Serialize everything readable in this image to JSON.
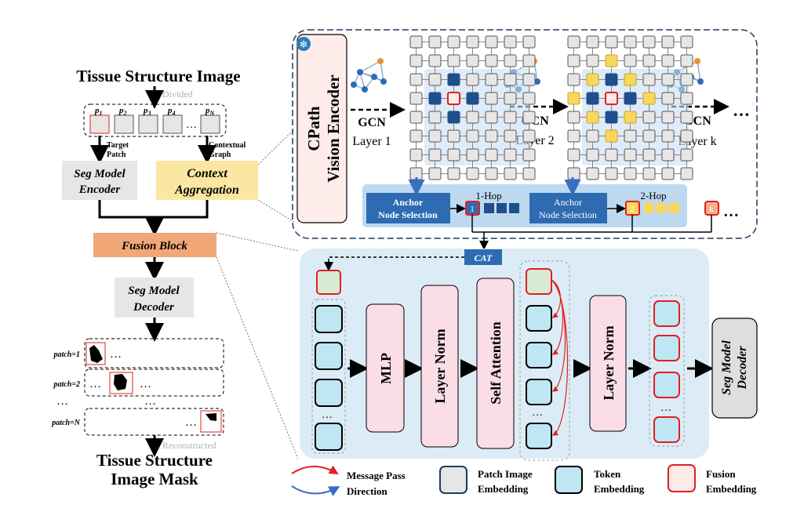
{
  "left": {
    "title": "Tissue Structure Image",
    "divided": "Divided",
    "patches": [
      "p",
      "p",
      "p",
      "p",
      "p"
    ],
    "patch_subs": [
      "1",
      "2",
      "3",
      "4",
      "N"
    ],
    "ellipsis": "…",
    "target_patch": [
      "Target",
      "Patch"
    ],
    "contextual_graph": [
      "Contextual",
      "Graph"
    ],
    "seg_encoder": [
      "Seg Model",
      "Encoder"
    ],
    "context_agg": [
      "Context",
      "Aggregation"
    ],
    "fusion_block": "Fusion Block",
    "seg_decoder": [
      "Seg Model",
      "Decoder"
    ],
    "patch_rows": [
      "patch=1",
      "patch=2",
      "patch=N"
    ],
    "reconstructed": "Reconstructed",
    "mask_title": [
      "Tissue Structure",
      "Image Mask"
    ]
  },
  "top": {
    "encoder": [
      "CPath",
      "Vision Encoder"
    ],
    "gcn": "GCN",
    "layers": [
      "Layer 1",
      "Layer 2",
      "Layer k"
    ],
    "anchor": [
      "Anchor",
      "Node Selection"
    ],
    "hops": [
      "1-Hop",
      "2-Hop"
    ],
    "hop_markers": [
      "1",
      "2",
      "k"
    ],
    "ellipsis": "…"
  },
  "bottom": {
    "cat": "CAT",
    "mlp": "MLP",
    "layer_norm": "Layer Norm",
    "self_attention": "Self Attention",
    "seg_decoder": [
      "Seg Model",
      "Decoder"
    ],
    "ellipsis": "…"
  },
  "legend": {
    "message_pass": [
      "Message Pass",
      "Direction"
    ],
    "patch_image": [
      "Patch Image",
      "Embedding"
    ],
    "token": [
      "Token",
      "Embedding"
    ],
    "fusion": [
      "Fusion",
      "Embedding"
    ]
  },
  "colors": {
    "context_yellow": "#fbe7a1",
    "fusion_orange": "#f1a777",
    "gray_box": "#e6e6e6",
    "panel_blue": "#dcecf7",
    "token_blue": "#bfe6f3",
    "pink": "#fbdde5",
    "anchor_blue": "#2e6bb3",
    "red": "#e02020",
    "node_dark": "#1f4e8c",
    "node_yellow": "#f9d65c"
  }
}
